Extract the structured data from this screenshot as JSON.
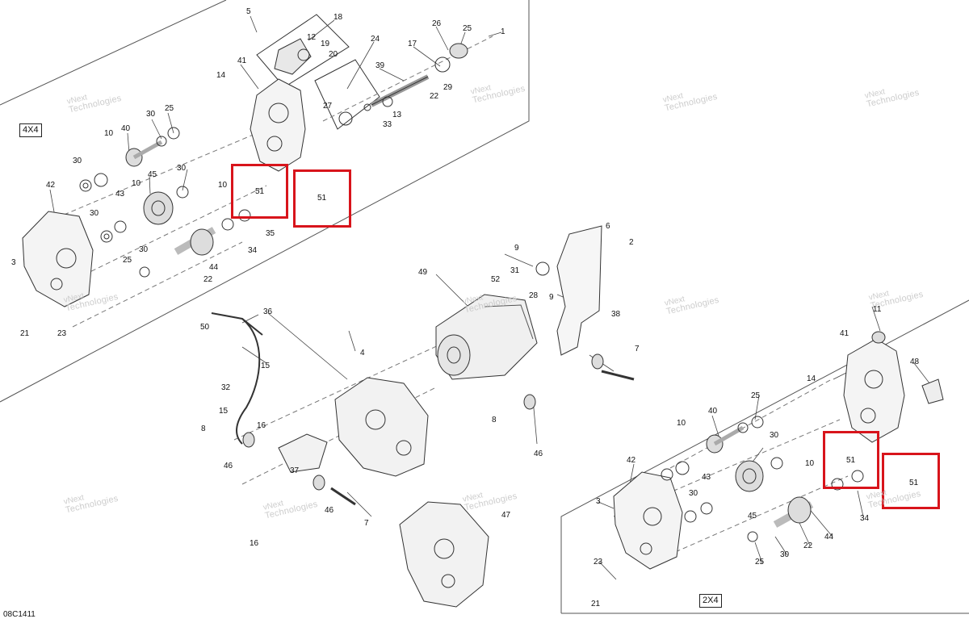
{
  "diagram": {
    "drawing_code": "08C1411",
    "boxes": [
      {
        "id": "box-4x4",
        "label": "4X4"
      },
      {
        "id": "box-2x4",
        "label": "2X4"
      }
    ],
    "callouts": {
      "top_4x4": [
        "5",
        "18",
        "12",
        "19",
        "20",
        "24",
        "17",
        "26",
        "25",
        "1",
        "41",
        "14",
        "27",
        "39",
        "29",
        "22",
        "13",
        "33",
        "30",
        "25",
        "40",
        "10",
        "30",
        "42",
        "43",
        "45",
        "30",
        "10",
        "10",
        "51",
        "51",
        "30",
        "44",
        "22",
        "35",
        "34",
        "3",
        "25",
        "30",
        "21",
        "23"
      ],
      "center": [
        "6",
        "9",
        "2",
        "31",
        "52",
        "28",
        "9",
        "49",
        "38",
        "50",
        "36",
        "4",
        "15",
        "7",
        "32",
        "15",
        "16",
        "8",
        "46",
        "37",
        "8",
        "46",
        "46",
        "7",
        "16",
        "47"
      ],
      "bottom_2x4": [
        "11",
        "41",
        "48",
        "14",
        "25",
        "10",
        "40",
        "30",
        "42",
        "10",
        "51",
        "51",
        "3",
        "43",
        "45",
        "30",
        "34",
        "44",
        "22",
        "25",
        "30",
        "23",
        "21"
      ]
    },
    "watermark": {
      "line1": "vNext",
      "line2": "Technologies"
    },
    "highlight_color": "#d8141b"
  }
}
